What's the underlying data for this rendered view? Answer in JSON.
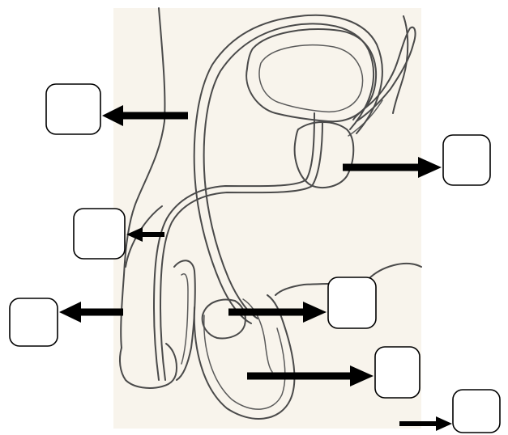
{
  "figure": {
    "background_paper_color": "#f8f4ec",
    "line_color": "#4a4a4a",
    "arrow_color": "#000000"
  },
  "labels": [
    {
      "id": "label-1",
      "text": ""
    },
    {
      "id": "label-2",
      "text": ""
    },
    {
      "id": "label-3",
      "text": ""
    },
    {
      "id": "label-4",
      "text": ""
    },
    {
      "id": "label-5",
      "text": ""
    },
    {
      "id": "label-6",
      "text": ""
    },
    {
      "id": "label-7",
      "text": ""
    }
  ]
}
